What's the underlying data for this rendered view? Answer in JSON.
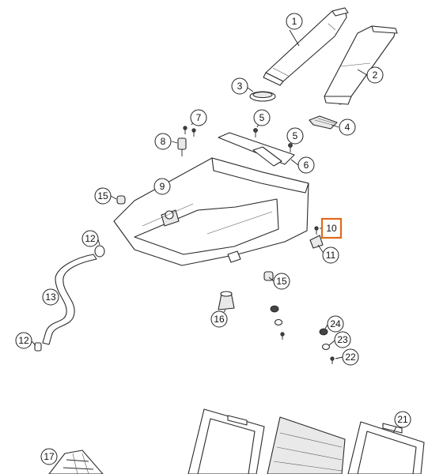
{
  "diagram": {
    "highlight_color": "#e06a1b",
    "highlighted_part": "10",
    "callouts": [
      {
        "key": "c1",
        "label": "1"
      },
      {
        "key": "c2",
        "label": "2"
      },
      {
        "key": "c3",
        "label": "3"
      },
      {
        "key": "c4",
        "label": "4"
      },
      {
        "key": "c5a",
        "label": "5"
      },
      {
        "key": "c5b",
        "label": "5"
      },
      {
        "key": "c6",
        "label": "6"
      },
      {
        "key": "c7",
        "label": "7"
      },
      {
        "key": "c8",
        "label": "8"
      },
      {
        "key": "c9",
        "label": "9"
      },
      {
        "key": "c10",
        "label": "10"
      },
      {
        "key": "c11",
        "label": "11"
      },
      {
        "key": "c12a",
        "label": "12"
      },
      {
        "key": "c12b",
        "label": "12"
      },
      {
        "key": "c13",
        "label": "13"
      },
      {
        "key": "c15a",
        "label": "15"
      },
      {
        "key": "c15b",
        "label": "15"
      },
      {
        "key": "c16",
        "label": "16"
      },
      {
        "key": "c17",
        "label": "17"
      },
      {
        "key": "c21",
        "label": "21"
      },
      {
        "key": "c22",
        "label": "22"
      },
      {
        "key": "c23",
        "label": "23"
      },
      {
        "key": "c24",
        "label": "24"
      }
    ]
  }
}
